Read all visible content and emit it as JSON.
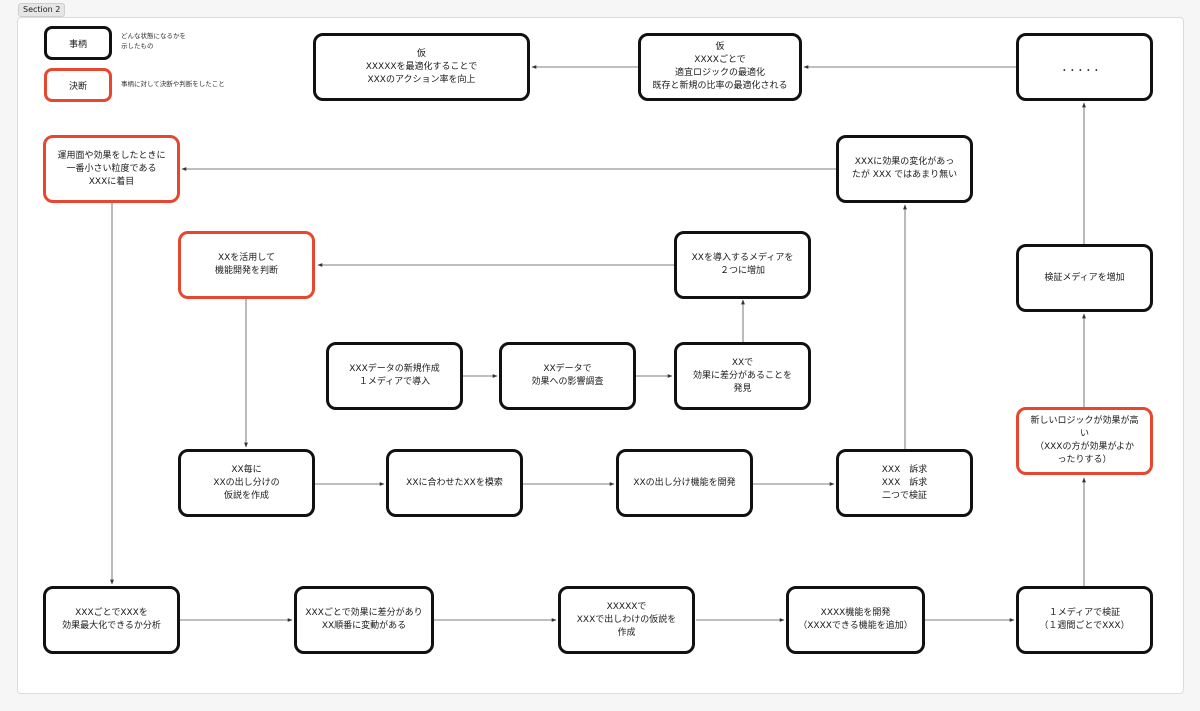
{
  "section_label": "Section 2",
  "colors": {
    "event_border": "#111111",
    "decision_border": "#e8472f"
  },
  "legend": {
    "event": {
      "label": "事柄",
      "desc": "どんな状態になるかを\n示したもの"
    },
    "decision": {
      "label": "決断",
      "desc": "事柄に対して決断や判断をしたこと"
    }
  },
  "nodes": {
    "n01": "仮\nXXXXXを最適化することで\nXXXのアクション率を向上",
    "n02": "仮\nXXXXごとで\n適宜ロジックの最適化\n既存と新規の比率の最適化される",
    "n03": "．．．．．",
    "n04": "運用面や効果をしたときに\n一番小さい粒度である\nXXXに着目",
    "n05": "XXXに効果の変化があっ\nたが XXX ではあまり無い",
    "n06": "XXを活用して\n機能開発を判断",
    "n07": "XXを導入するメディアを\n２つに増加",
    "n08": "検証メディアを増加",
    "n09": "XXXデータの新規作成\n１メディアで導入",
    "n10": "XXデータで\n効果への影響調査",
    "n11": "XXで\n効果に差分があることを\n発見",
    "n12": "新しいロジックが効果が高い\n（XXXの方が効果がよか\nったりする）",
    "n13": "XX毎に\nXXの出し分けの\n仮説を作成",
    "n14": "XXに合わせたXXを模索",
    "n15": "XXの出し分け機能を開発",
    "n16": "XXX　訴求\nXXX　訴求\n二つで検証",
    "n17": "XXXごとでXXXを\n効果最大化できるか分析",
    "n18": "XXXごとで効果に差分があり\nXX順番に変動がある",
    "n19": "XXXXXで\nXXXで出しわけの仮説を\n作成",
    "n20": "XXXX機能を開発\n（XXXXできる機能を追加）",
    "n21": "１メディアで検証\n（１週間ごとでXXX）"
  }
}
